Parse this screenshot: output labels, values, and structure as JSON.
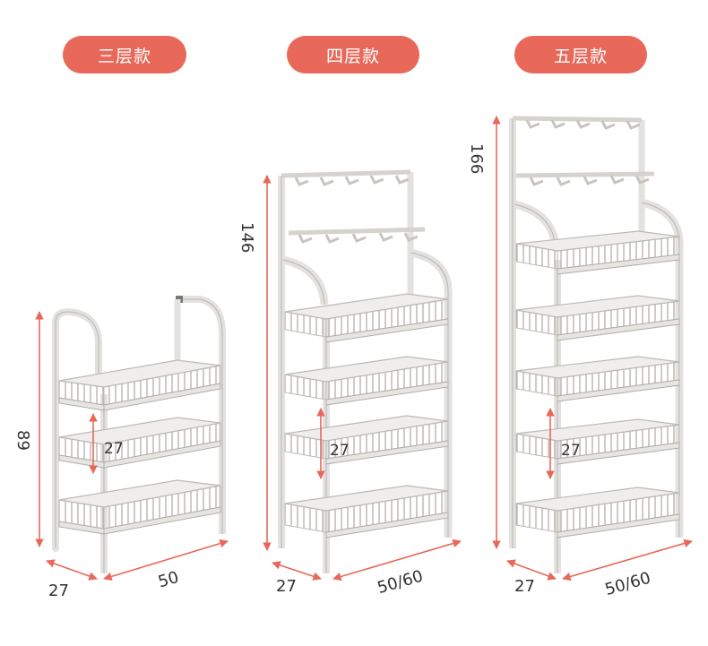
{
  "variants": [
    {
      "label": "三层款",
      "height": "89",
      "tier_gap": "27",
      "depth": "27",
      "width": "50"
    },
    {
      "label": "四层款",
      "height": "146",
      "tier_gap": "27",
      "depth": "27",
      "width": "50/60"
    },
    {
      "label": "五层款",
      "height": "166",
      "tier_gap": "27",
      "depth": "27",
      "width": "50/60"
    }
  ],
  "colors": {
    "pill": "#e8685a",
    "dimension_line": "#e8685a",
    "rack": "#e4e2e0"
  }
}
